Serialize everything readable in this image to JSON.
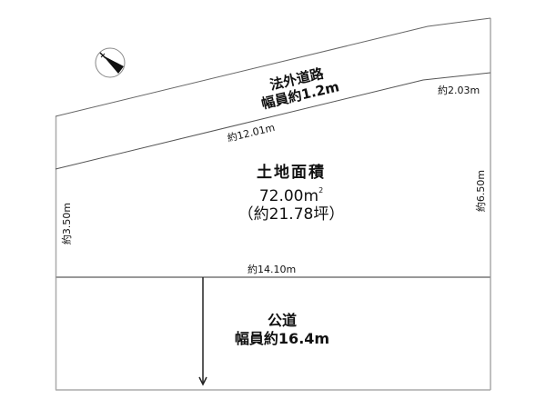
{
  "diagram": {
    "type": "land-plot-survey",
    "compass": {
      "icon": "north-arrow-icon"
    },
    "private_road": {
      "name": "法外道路",
      "width_label": "幅員約1.2m"
    },
    "dimensions": {
      "top_edge": "約12.01m",
      "top_right_edge": "約2.03m",
      "right_edge": "約6.50m",
      "left_edge": "約3.50m",
      "bottom_edge": "約14.10m"
    },
    "land_area": {
      "title": "土地面積",
      "square_meters": "72.00m",
      "sq_superscript": "2",
      "tsubo": "（約21.78坪）"
    },
    "public_road": {
      "name": "公道",
      "width_label": "幅員約16.4m"
    },
    "colors": {
      "line": "#555555",
      "border": "#aaaaaa",
      "text": "#111111",
      "background": "#ffffff"
    }
  }
}
